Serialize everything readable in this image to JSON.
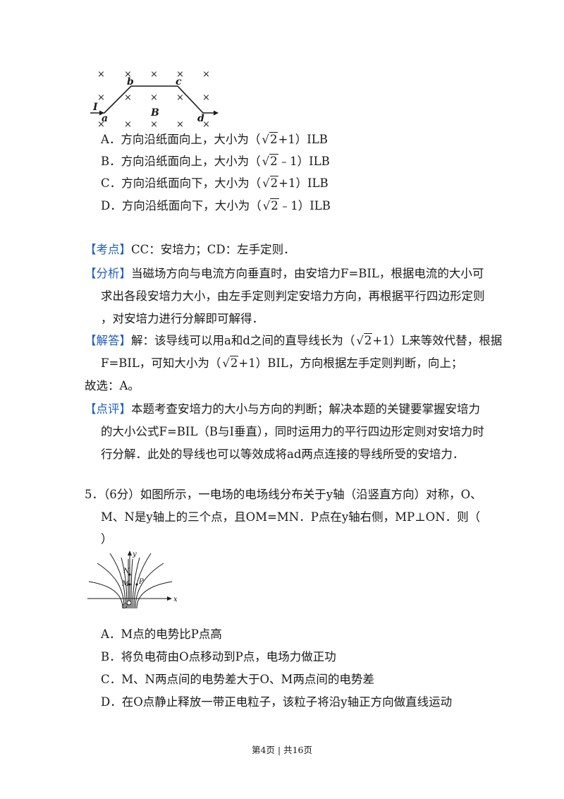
{
  "fig1": {
    "labels": {
      "a": "a",
      "b": "b",
      "c": "c",
      "d": "d",
      "B": "B",
      "I": "I"
    },
    "cross": "×"
  },
  "q4_options": [
    {
      "pre": "A．方向沿纸面向上，大小为（",
      "rad": "2",
      "post": "+1）ILB"
    },
    {
      "pre": "B．方向沿纸面向上，大小为（",
      "rad": "2",
      "post": "﹣1）ILB"
    },
    {
      "pre": "C．方向沿纸面向下，大小为（",
      "rad": "2",
      "post": "+1）ILB"
    },
    {
      "pre": "D．方向沿纸面向下，大小为（",
      "rad": "2",
      "post": "﹣1）ILB"
    }
  ],
  "kaodian": {
    "tag": "【考点】",
    "text": "CC：安培力；CD：左手定则．"
  },
  "fenxi": {
    "tag": "【分析】",
    "l1": "当磁场方向与电流方向垂直时，由安培力F=BIL，根据电流的大小可",
    "l2": "求出各段安培力大小，由左手定则判定安培力方向，再根据平行四边形定则",
    "l3": "，对安培力进行分解即可解得．"
  },
  "jieda": {
    "tag": "【解答】",
    "l1a": "解：该导线可以用a和d之间的直导线长为（",
    "l1r": "2",
    "l1b": "+1）L来等效代替，根据",
    "l2a": "F=BIL，可知大小为（",
    "l2r": "2",
    "l2b": "+1）BIL，方向根据左手定则判断，向上；",
    "l3": "故选：A。"
  },
  "dianping": {
    "tag": "【点评】",
    "l1": "本题考查安培力的大小与方向的判断；解决本题的关键要掌握安培力",
    "l2": "的大小公式F=BIL（B与I垂直），同时运用力的平行四边形定则对安培力时",
    "l3": "行分解．此处的导线也可以等效成将ad两点连接的导线所受的安培力．"
  },
  "q5": {
    "l1": "5．（6分）如图所示，一电场的电场线分布关于y轴（沿竖直方向）对称，O、",
    "l2": "M、N是y轴上的三个点，且OM=MN．P点在y轴右侧，MP⊥ON．则（",
    "l3": "）",
    "fig_labels": {
      "y": "y",
      "x": "x",
      "N": "N",
      "M": "M",
      "P": "P",
      "O": "O"
    },
    "options": [
      "A．M点的电势比P点高",
      "B．将负电荷由O点移动到P点，电场力做正功",
      "C．M、N两点间的电势差大于O、M两点间的电势差",
      "D．在O点静止释放一带正电粒子，该粒子将沿y轴正方向做直线运动"
    ]
  },
  "footer": "第4页 | 共16页"
}
